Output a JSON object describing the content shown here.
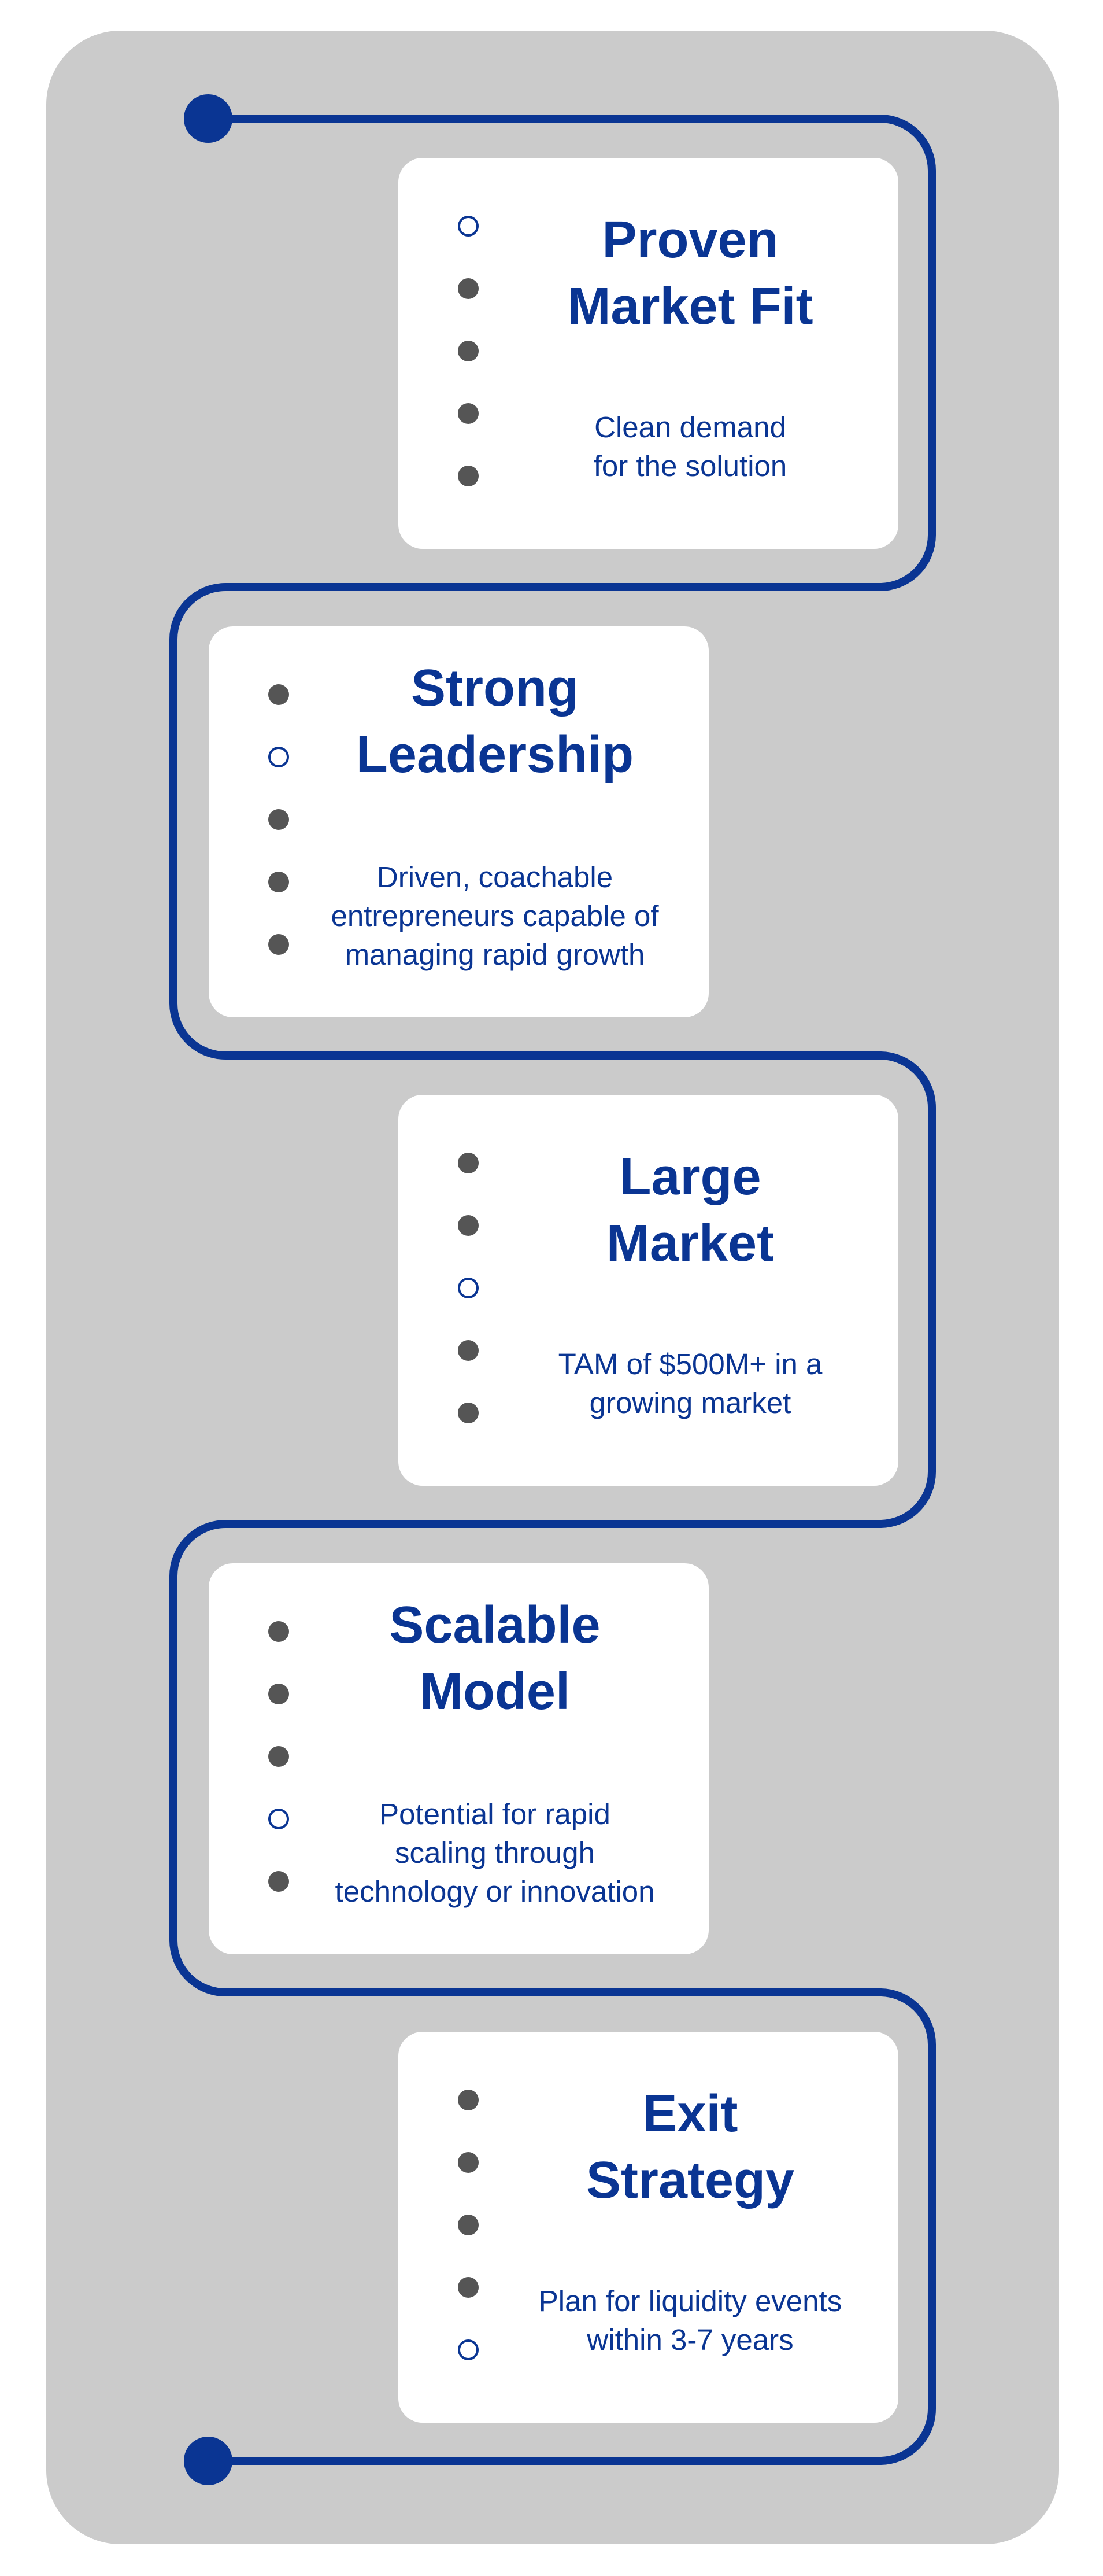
{
  "colors": {
    "panel": "#cbcbcb",
    "line": "#0a3593",
    "accent_text": "#0a3593",
    "card": "#ffffff",
    "dot_filled": "#555555"
  },
  "steps": [
    {
      "title_line1": "Proven",
      "title_line2": "Market Fit",
      "desc_line1": "Clean demand",
      "desc_line2": "for the solution",
      "desc_line3": "",
      "active_dot": 1
    },
    {
      "title_line1": "Strong",
      "title_line2": "Leadership",
      "desc_line1": "Driven, coachable",
      "desc_line2": "entrepreneurs capable of",
      "desc_line3": "managing rapid growth",
      "active_dot": 2
    },
    {
      "title_line1": "Large",
      "title_line2": "Market",
      "desc_line1": "TAM of $500M+ in a",
      "desc_line2": "growing market",
      "desc_line3": "",
      "active_dot": 3
    },
    {
      "title_line1": "Scalable",
      "title_line2": "Model",
      "desc_line1": "Potential for rapid",
      "desc_line2": "scaling through",
      "desc_line3": "technology or innovation",
      "active_dot": 4
    },
    {
      "title_line1": "Exit",
      "title_line2": "Strategy",
      "desc_line1": "Plan for liquidity events",
      "desc_line2": "within 3-7 years",
      "desc_line3": "",
      "active_dot": 5
    }
  ]
}
